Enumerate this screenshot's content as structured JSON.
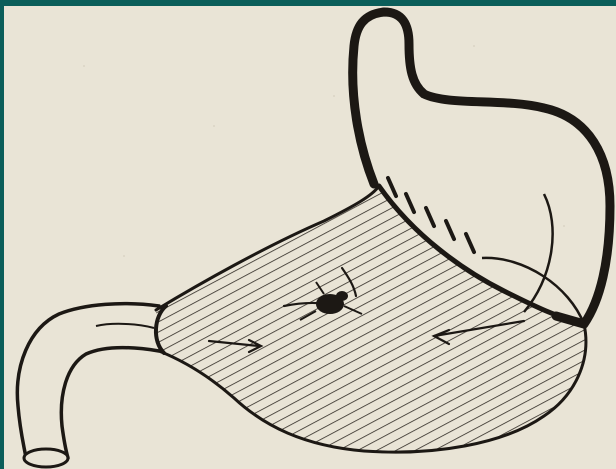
{
  "figure": {
    "subject": "stomach",
    "style": "hand-drawn ink sketch",
    "colors": {
      "frame_border": "#0b5e5a",
      "paper": "#e9e4d6",
      "ink": "#1c1814",
      "hatch": "#2f2a24"
    },
    "regions": [
      "esophagus",
      "fundus",
      "body",
      "lesser-curvature",
      "greater-curvature",
      "hatched-resection-area",
      "pylorus",
      "duodenum"
    ]
  }
}
